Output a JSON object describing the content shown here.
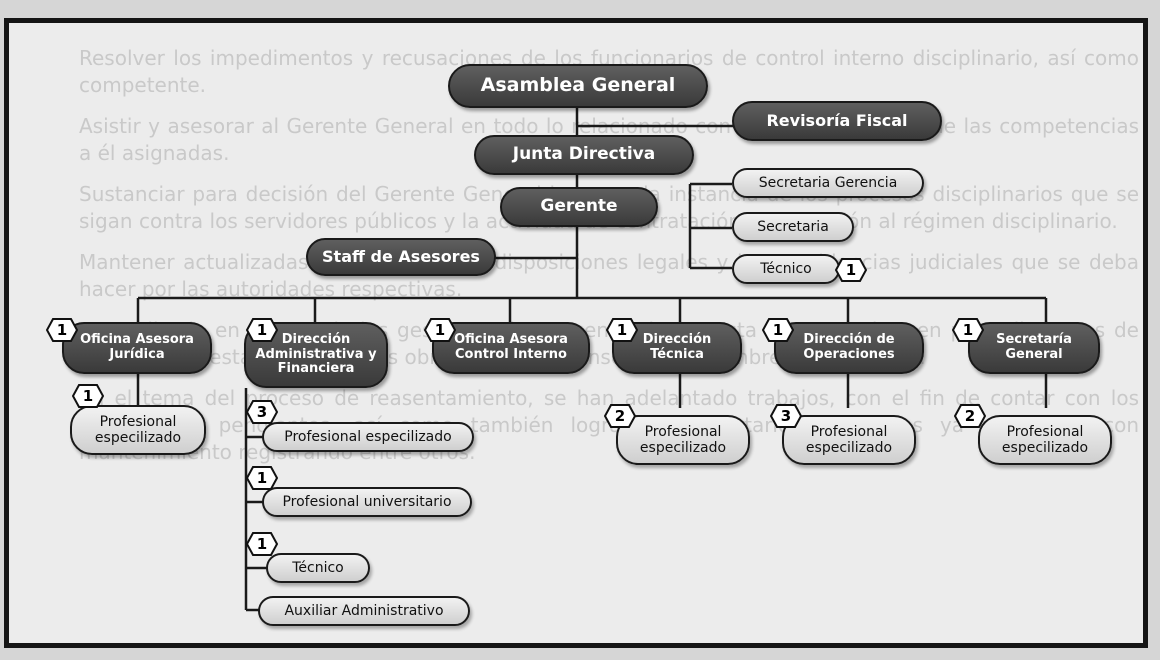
{
  "background_text": [
    "Resolver los impedimentos y recusaciones de los funcionarios de control interno disciplinario, así como competente.",
    "Asistir y asesorar al Gerente General en todo lo relacionado con el aspecto jurídico de las competencias a él asignadas.",
    "Sustanciar para decisión del Gerente General la segunda instancia de los procesos disciplinarios que se sigan contra los servidores públicos y la actividad de contratación con sujeción al régimen disciplinario.",
    "Mantener actualizadas las normas y las disposiciones legales y las providencias judiciales que se deba hacer por las autoridades respectivas.",
    "Ha realizado en el mes de las gestiones de Reasentamiento. Esta labor consiste en procedimientos de acuerdo a lo establecido por las obras del SITM Transcaribe, a nombre de la entidad.",
    "En el tema del proceso de reasentamiento, se han adelantado trabajos, con el fin de contar con los expedientes pendientes, así como también lograr un inventario de predios ya adquiridos con mantenimiento registrando entre otros."
  ],
  "nodes": {
    "asamblea": "Asamblea General",
    "revisoria": "Revisoría Fiscal",
    "junta": "Junta Directiva",
    "sec_gerencia": "Secretaria Gerencia",
    "gerente": "Gerente",
    "secretaria": "Secretaria",
    "staff": "Staff de Asesores",
    "tecnico_top": "Técnico",
    "juridica": "Oficina Asesora Jurídica",
    "dir_admin": "Dirección Administrativa y Financiera",
    "control": "Oficina Asesora Control Interno",
    "dir_tecnica": "Dirección Técnica",
    "dir_oper": "Dirección de Operaciones",
    "sec_general": "Secretaría General",
    "prof_jur": "Profesional especilizado",
    "prof_admin": "Profesional especilizado",
    "prof_univ": "Profesional universitario",
    "tecnico_admin": "Técnico",
    "auxiliar": "Auxiliar Administrativo",
    "prof_tec": "Profesional especilizado",
    "prof_oper": "Profesional especilizado",
    "prof_sec": "Profesional especilizado"
  },
  "badges": {
    "tecnico_top": "1",
    "juridica": "1",
    "dir_admin": "1",
    "control": "1",
    "dir_tecnica": "1",
    "dir_oper": "1",
    "sec_general": "1",
    "prof_jur": "1",
    "prof_admin": "3",
    "prof_univ": "1",
    "tecnico_admin": "1",
    "prof_tec": "2",
    "prof_oper": "3",
    "prof_sec": "2"
  },
  "colors": {
    "dark_node": "#4a4a4a",
    "light_node": "#e0e0e0",
    "connector": "#1a1a1a",
    "frame": "#151515"
  }
}
